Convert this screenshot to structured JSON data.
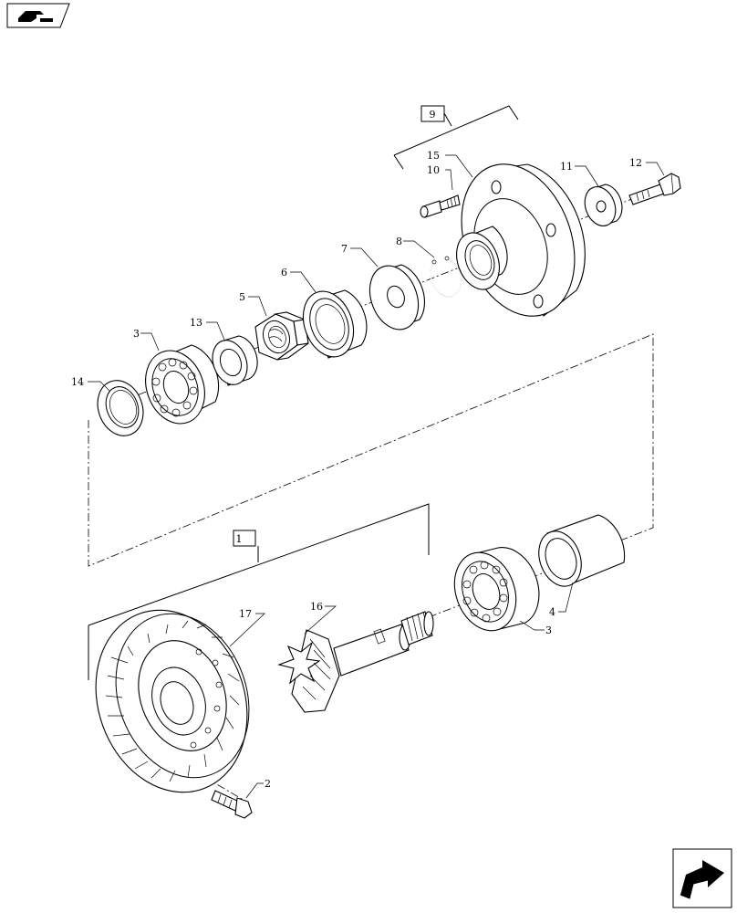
{
  "callouts": {
    "c1": "1",
    "c2": "2",
    "c3a": "3",
    "c3b": "3",
    "c4": "4",
    "c5": "5",
    "c6": "6",
    "c7": "7",
    "c8": "8",
    "c9": "9",
    "c10": "10",
    "c11": "11",
    "c12": "12",
    "c13": "13",
    "c14": "14",
    "c15": "15",
    "c16": "16",
    "c17": "17"
  },
  "icons": {
    "top_left": "hand-pointer-icon",
    "bottom_right": "next-page-arrow-icon"
  }
}
